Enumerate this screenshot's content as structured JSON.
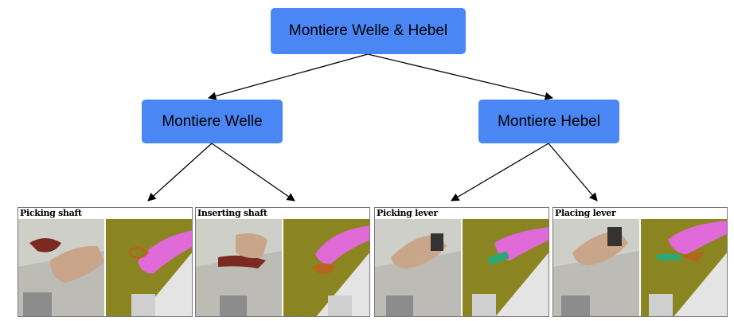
{
  "nodes": {
    "root": "Montiere Welle & Hebel",
    "welle": "Montiere Welle",
    "hebel": "Montiere Hebel"
  },
  "panels": [
    {
      "title": "Picking shaft",
      "sim_color": "#d98ad6"
    },
    {
      "title": "Inserting shaft",
      "sim_color": "#d98ad6"
    },
    {
      "title": "Picking lever",
      "sim_color": "#2ca876"
    },
    {
      "title": "Placing lever",
      "sim_color": "#2ca876"
    }
  ],
  "colors": {
    "node_fill": "#4a86f4",
    "sim_floor": "#8a8520",
    "hand_pink": "#e06ad8"
  }
}
